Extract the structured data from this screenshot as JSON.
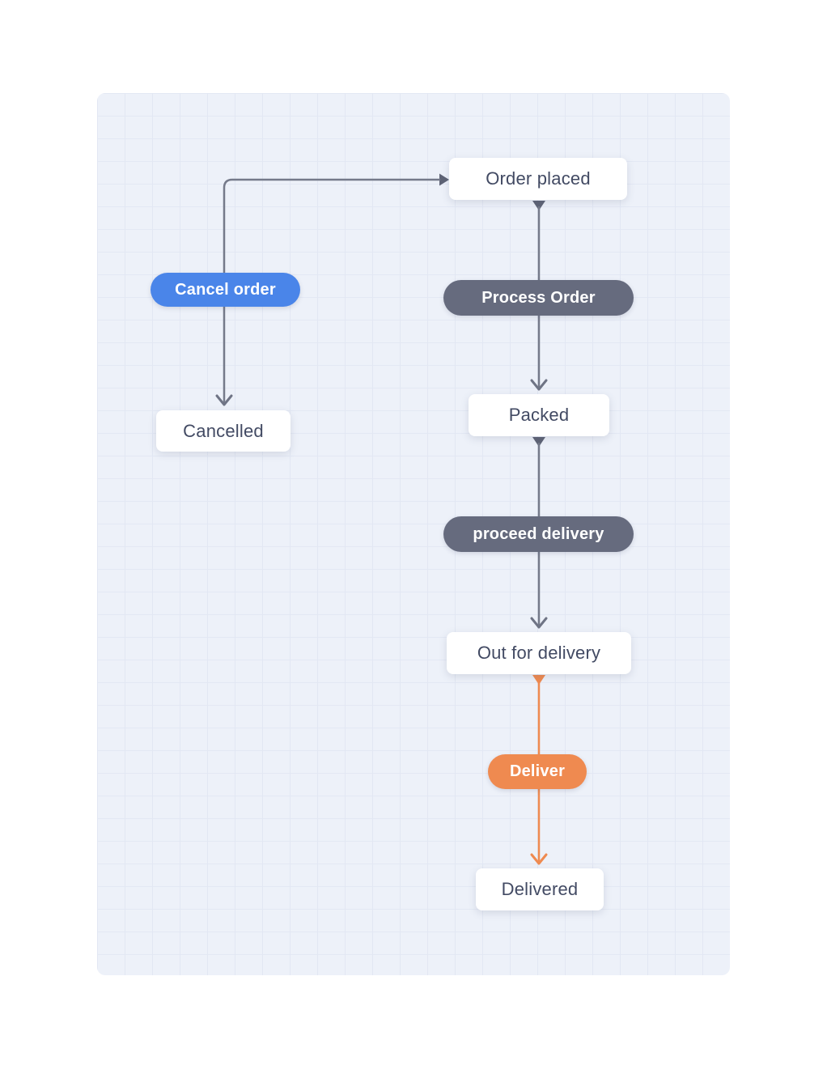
{
  "diagram": {
    "nodes": [
      {
        "id": "order-placed",
        "label": "Order placed"
      },
      {
        "id": "cancelled",
        "label": "Cancelled"
      },
      {
        "id": "packed",
        "label": "Packed"
      },
      {
        "id": "out-for-delivery",
        "label": "Out for delivery"
      },
      {
        "id": "delivered",
        "label": "Delivered"
      }
    ],
    "edge_labels": [
      {
        "id": "cancel-order",
        "label": "Cancel order",
        "color": "#4a85e9"
      },
      {
        "id": "process-order",
        "label": "Process Order",
        "color": "#666b7e"
      },
      {
        "id": "proceed-delivery",
        "label": "proceed delivery",
        "color": "#666b7e"
      },
      {
        "id": "deliver",
        "label": "Deliver",
        "color": "#ef8a50"
      }
    ],
    "edges": [
      {
        "from": "Order placed",
        "to": "Cancelled",
        "label": "Cancel order",
        "color": "#757a8a"
      },
      {
        "from": "Order placed",
        "to": "Packed",
        "label": "Process Order",
        "color": "#757a8a"
      },
      {
        "from": "Packed",
        "to": "Out for delivery",
        "label": "proceed delivery",
        "color": "#757a8a"
      },
      {
        "from": "Out for delivery",
        "to": "Delivered",
        "label": "Deliver",
        "color": "#ef8a50"
      }
    ],
    "colors": {
      "canvas_background": "#edf1f9",
      "grid_line": "#e2e7f3",
      "node_background": "#ffffff",
      "node_text": "#424a63",
      "edge_gray": "#757a8a",
      "edge_orange": "#ef8a50",
      "label_blue": "#4a85e9",
      "label_slate": "#666b7e",
      "label_orange": "#ef8a50",
      "label_text": "#ffffff"
    }
  }
}
